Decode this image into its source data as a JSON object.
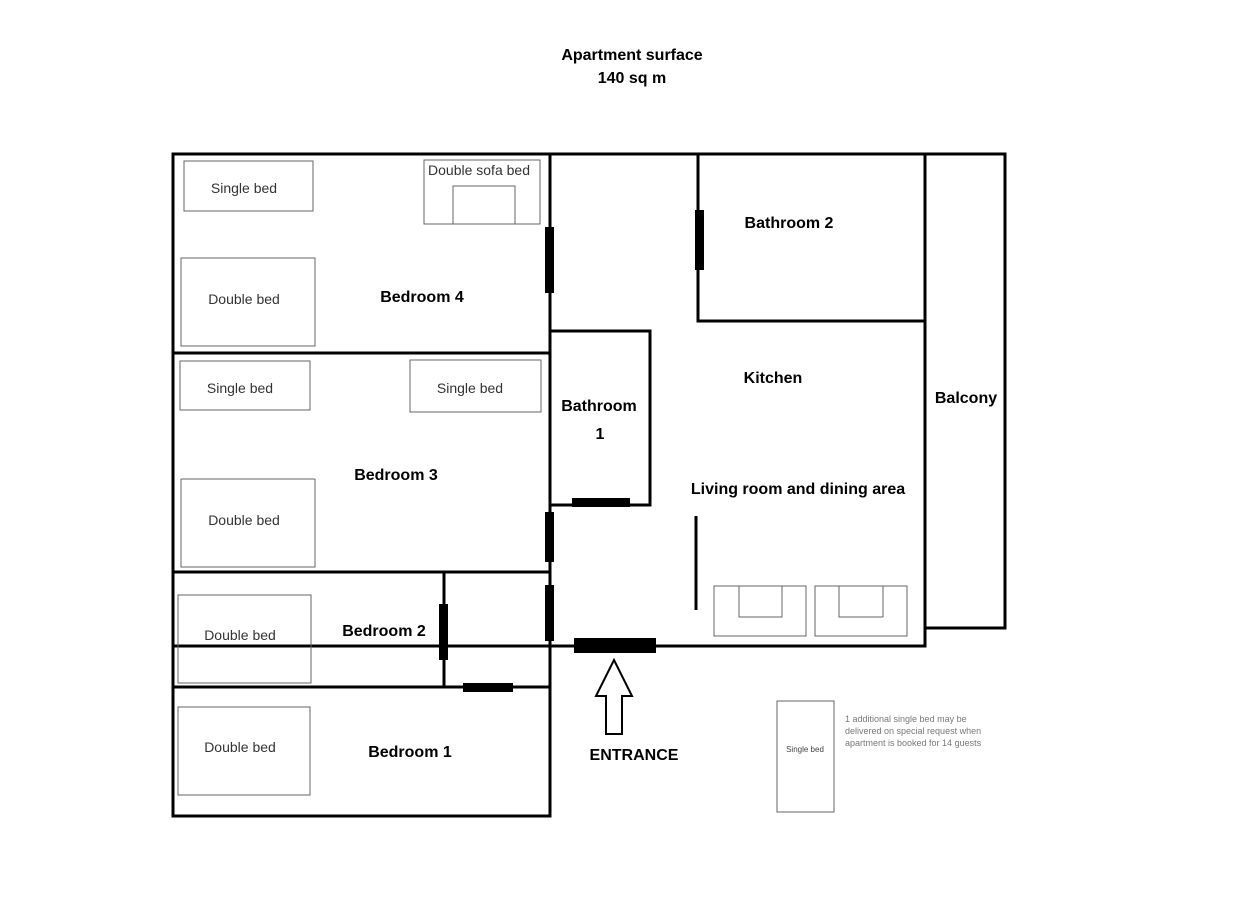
{
  "title": {
    "line1": "Apartment surface",
    "line2": "140 sq m"
  },
  "rooms": {
    "bedroom4": "Bedroom 4",
    "bedroom3": "Bedroom 3",
    "bedroom2": "Bedroom 2",
    "bedroom1": "Bedroom 1",
    "bathroom2": "Bathroom 2",
    "bathroom1_l1": "Bathroom",
    "bathroom1_l2": "1",
    "kitchen": "Kitchen",
    "living": "Living room and dining area",
    "balcony": "Balcony"
  },
  "furniture": {
    "single_bed": "Single bed",
    "double_bed": "Double bed",
    "double_sofa_bed": "Double sofa bed"
  },
  "entrance": "ENTRANCE",
  "note": {
    "bed_label": "Single bed",
    "line1": "1 additional single bed may be",
    "line2": "delivered on special request when",
    "line3": "apartment is booked for 14 guests"
  },
  "colors": {
    "wall": "#000000",
    "furniture_outline": "#555555",
    "note_text": "#777777"
  }
}
